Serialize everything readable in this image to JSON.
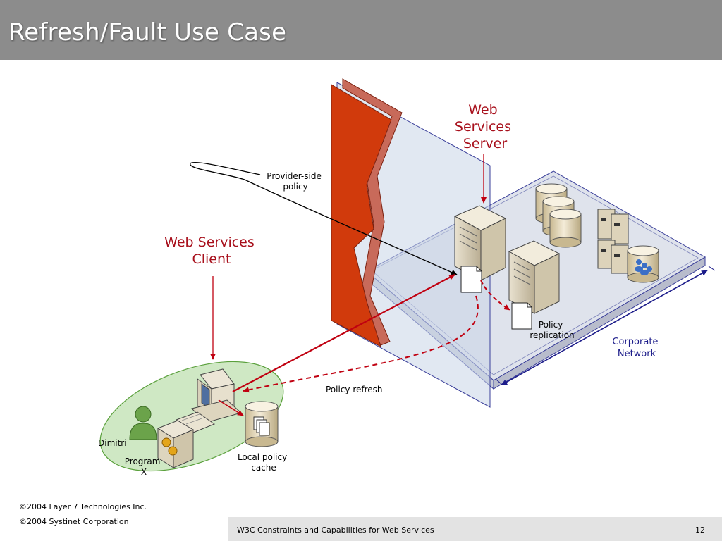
{
  "slide": {
    "title": "Refresh/Fault Use Case",
    "page_number": "12",
    "footer_title": "W3C Constraints and Capabilities for Web Services",
    "copyrights": [
      "©2004 Layer 7 Technologies Inc.",
      "©2004 Systinet Corporation"
    ]
  },
  "diagram": {
    "server_label": [
      "Web",
      "Services",
      "Server"
    ],
    "client_label": [
      "Web Services",
      "Client"
    ],
    "provider_policy_label": [
      "Provider-side",
      "policy"
    ],
    "policy_replication_label": [
      "Policy",
      "replication"
    ],
    "corporate_network_label": [
      "Corporate",
      "Network"
    ],
    "policy_refresh_label": "Policy refresh",
    "local_cache_label": [
      "Local policy",
      "cache"
    ],
    "dimitri_label": "Dimitri",
    "program_label": [
      "Program",
      "X"
    ]
  },
  "colors": {
    "title_bar": "#8c8c8c",
    "firewall": "#d13a0c",
    "accent_red": "#b3000d",
    "network_blue": "#1c1c8a",
    "client_ellipse": "#cfe8c4"
  }
}
